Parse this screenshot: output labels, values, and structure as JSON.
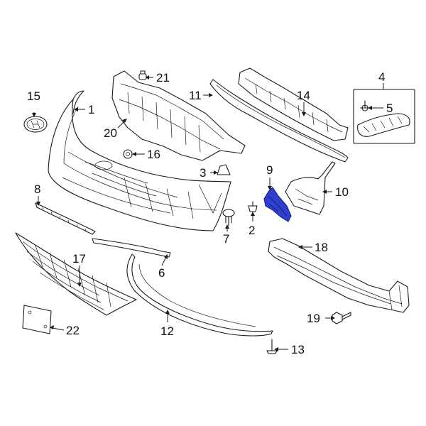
{
  "callouts": {
    "c1": "1",
    "c2": "2",
    "c3": "3",
    "c4": "4",
    "c5": "5",
    "c6": "6",
    "c7": "7",
    "c8": "8",
    "c9": "9",
    "c10": "10",
    "c11": "11",
    "c12": "12",
    "c13": "13",
    "c14": "14",
    "c15": "15",
    "c16": "16",
    "c17": "17",
    "c18": "18",
    "c19": "19",
    "c20": "20",
    "c21": "21",
    "c22": "22"
  },
  "highlight": {
    "part": "9",
    "color": "#2f3fd0"
  }
}
